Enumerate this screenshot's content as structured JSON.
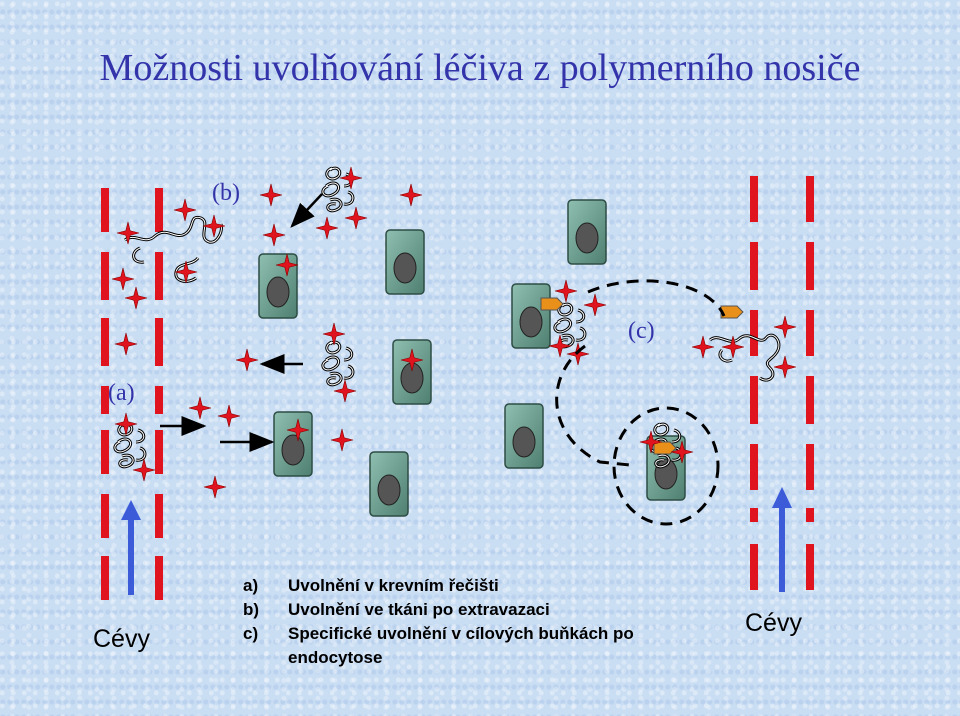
{
  "title": "Možnosti uvolňování léčiva z polymerního nosiče",
  "labels": {
    "a": "(a)",
    "b": "(b)",
    "c": "(c)"
  },
  "vessels": {
    "left": "Cévy",
    "right": "Cévy"
  },
  "legend": [
    {
      "key": "a)",
      "text": "Uvolnění v krevním řečišti"
    },
    {
      "key": "b)",
      "text": "Uvolnění ve tkáni po extravazaci"
    },
    {
      "key": "c)",
      "text": "Specifické uvolnění v cílových buňkách po endocytose"
    }
  ],
  "colors": {
    "title": "#3333aa",
    "vessel": "#e0141e",
    "cell": "#6a9a88",
    "drug": "#e0141e",
    "flow_arrow": "#3b5bd9",
    "ligand": "#e8901a"
  }
}
